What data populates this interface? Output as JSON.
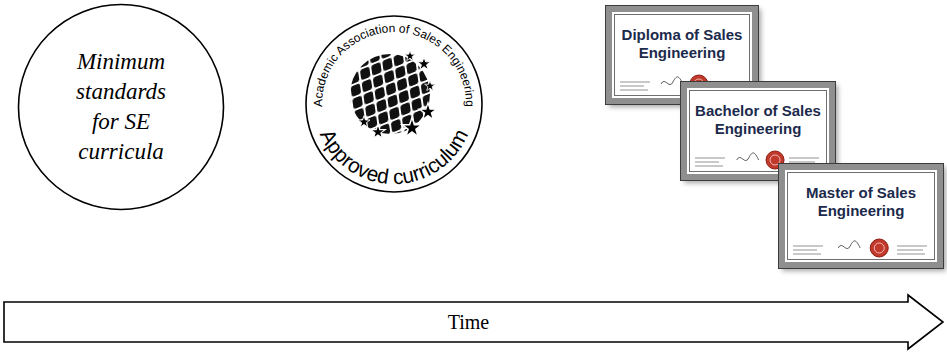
{
  "diagram": {
    "nodes": [
      {
        "text": [
          "Minimum standards for SE curricula"
        ]
      },
      {
        "text": [
          "Academic Association of Sales Engineering",
          "Approved curriculum"
        ]
      },
      {
        "text": [
          "Diploma of Sales Engineering"
        ]
      },
      {
        "text": [
          "Bachelor of Sales Engineering"
        ]
      },
      {
        "text": [
          "Master of Sales Engineering"
        ]
      },
      {
        "text": [
          "Time"
        ]
      }
    ]
  }
}
